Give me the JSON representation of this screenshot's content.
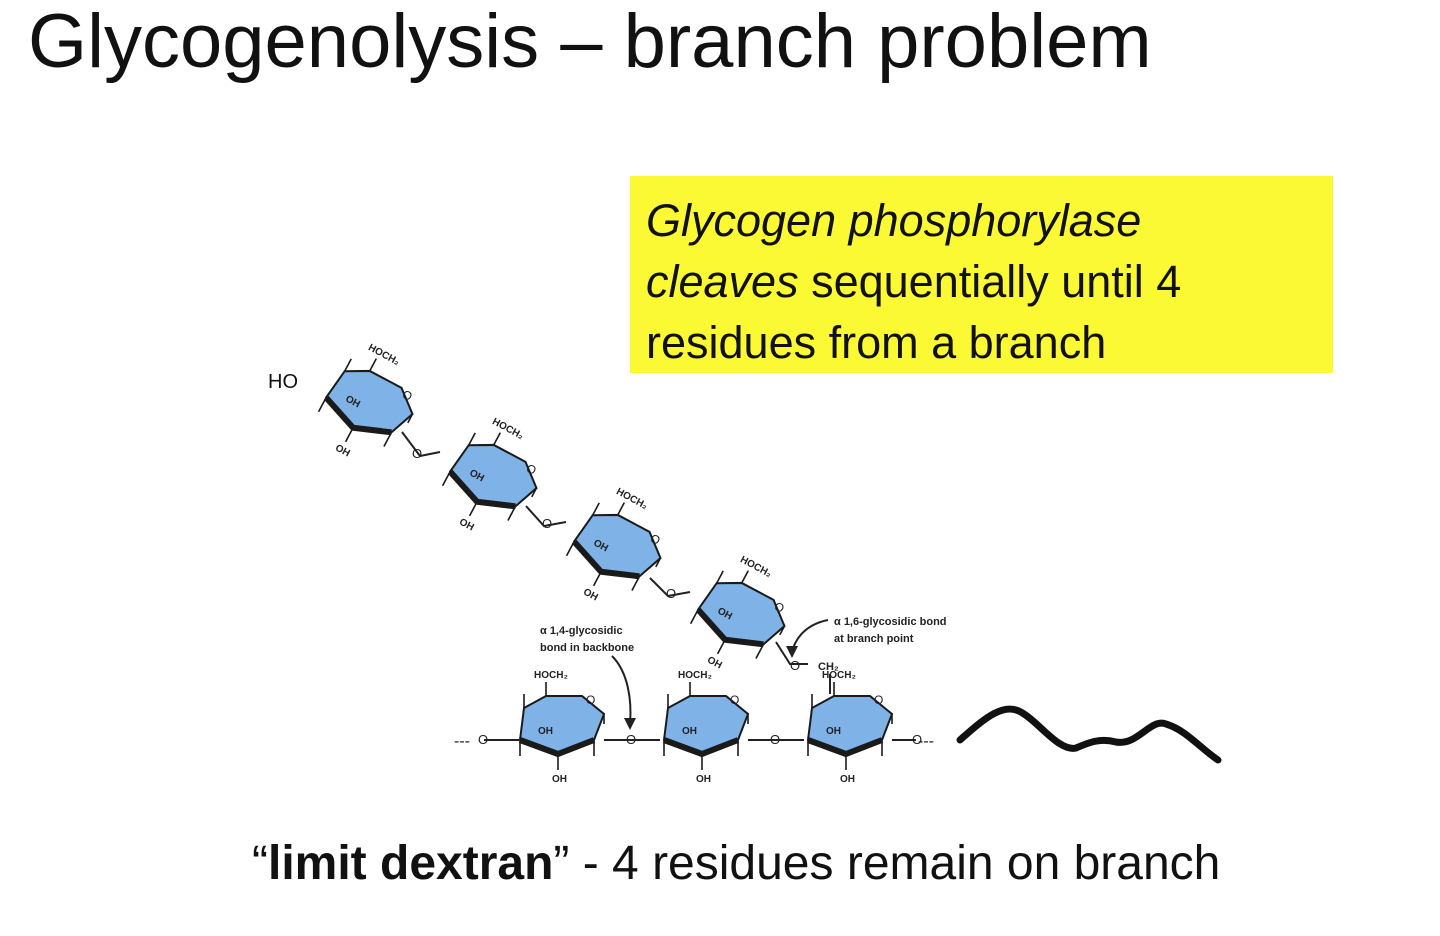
{
  "title": "Glycogenolysis – branch problem",
  "callout": {
    "italic_part_1": "Glycogen phosphorylase",
    "italic_part_2": "cleaves",
    "rest_line_2": " sequentially until 4",
    "line_3": "residues from a branch",
    "background": "#fbf934"
  },
  "diagram": {
    "sugar_fill": "#7fb3e8",
    "labels": {
      "ho": "HO",
      "hoch2": "HOCH₂",
      "oh": "OH",
      "o": "O",
      "ch2": "CH₂",
      "dots_left": "---",
      "dots_right": "---",
      "backbone_bond_line1": "α 1,4-glycosidic",
      "backbone_bond_line2": "bond in backbone",
      "branch_bond_line1": "α 1,6-glycosidic bond",
      "branch_bond_line2": "at branch point"
    }
  },
  "caption": {
    "open_quote": "“",
    "bold_part": "limit dextran",
    "close_quote": "”",
    "rest": " - 4 residues remain on branch"
  }
}
